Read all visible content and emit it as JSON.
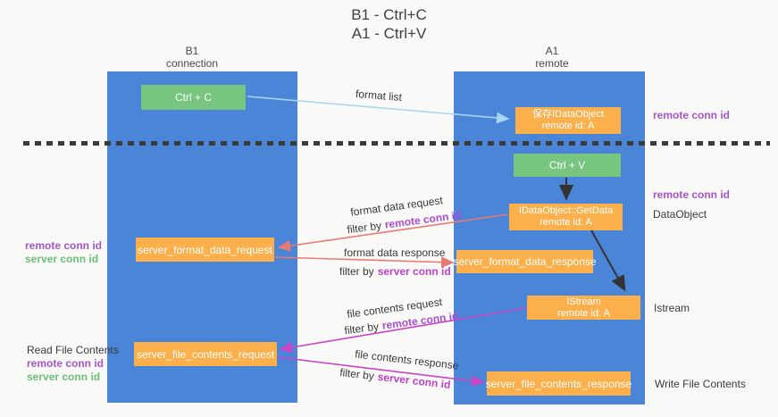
{
  "title": {
    "line1": "B1 - Ctrl+C",
    "line2": "A1 - Ctrl+V"
  },
  "lanes": {
    "left": {
      "name": "B1",
      "role": "connection"
    },
    "right": {
      "name": "A1",
      "role": "remote"
    }
  },
  "boxes": {
    "ctrl_c": {
      "label": "Ctrl + C"
    },
    "save_dataobject": {
      "line1": "保存IDataObject",
      "line2": "remote id: A"
    },
    "ctrl_v": {
      "label": "Ctrl + V"
    },
    "getdata": {
      "line1": "IDataObject::GetData",
      "line2": "remote id: A"
    },
    "format_request": {
      "label": "server_format_data_request"
    },
    "format_response": {
      "label": "server_format_data_response"
    },
    "istream": {
      "line1": "IStream",
      "line2": "remote id: A"
    },
    "file_request": {
      "label": "server_file_contents_request"
    },
    "file_response": {
      "label": "server_file_contents_response"
    }
  },
  "flow_labels": {
    "format_list": "format list",
    "format_data_request": "format data request",
    "format_data_response": "format data response",
    "file_contents_request": "file contents request",
    "file_contents_response": "file contents response",
    "filter_by": "filter by",
    "remote_conn_id": "remote conn id",
    "server_conn_id": "server conn id"
  },
  "side_labels": {
    "left": {
      "remote_conn_id": "remote conn id",
      "server_conn_id": "server conn id",
      "read_file_contents": "Read File Contents"
    },
    "right": {
      "remote_conn_id_top": "remote conn id",
      "remote_conn_id_mid": "remote conn id",
      "dataobject": "DataObject",
      "istream": "Istream",
      "write_file_contents": "Write File Contents"
    }
  },
  "colors": {
    "lane_blue": "#4a85d8",
    "box_green": "#77c57f",
    "box_orange": "#fbb04c",
    "arrow_light_blue": "#a9d6f2",
    "arrow_salmon": "#e97a72",
    "arrow_magenta": "#cb44c4",
    "arrow_black": "#333333",
    "text_purple": "#a855cc",
    "text_green": "#6cbf79"
  }
}
